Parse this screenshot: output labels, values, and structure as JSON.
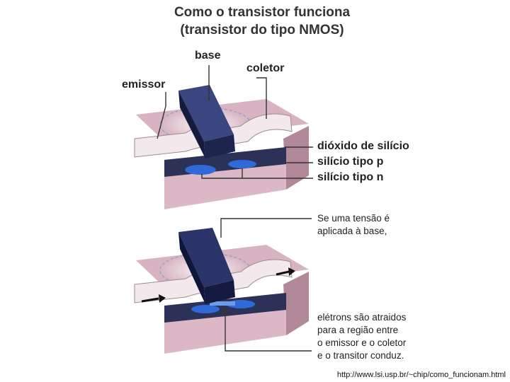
{
  "title": {
    "line1": "Como o transistor funciona",
    "line2": "(transistor do tipo NMOS)"
  },
  "labels": {
    "base": "base",
    "collector": "coletor",
    "emitter": "emissor",
    "oxide": "dióxido de silício",
    "p_type": "silício tipo p",
    "n_type": "silício tipo n"
  },
  "notes": {
    "voltage_line1": "Se uma tensão é",
    "voltage_line2": "aplicada à base,",
    "electrons_line1": "elétrons são atraidos",
    "electrons_line2": "para a região entre",
    "electrons_line3": "o emissor e o coletor",
    "electrons_line4": "e o transitor conduz."
  },
  "footer": "http://www.lsi.usp.br/~chip/como_funcionam.html",
  "colors": {
    "substrate": "#dcb8c6",
    "substrate_side": "#c29aac",
    "oxide": "#f2e6ea",
    "gate": "#262f63",
    "gate_dark": "#141a40",
    "n_region": "#2f6ad8",
    "side_dark": "#2a2e52"
  }
}
